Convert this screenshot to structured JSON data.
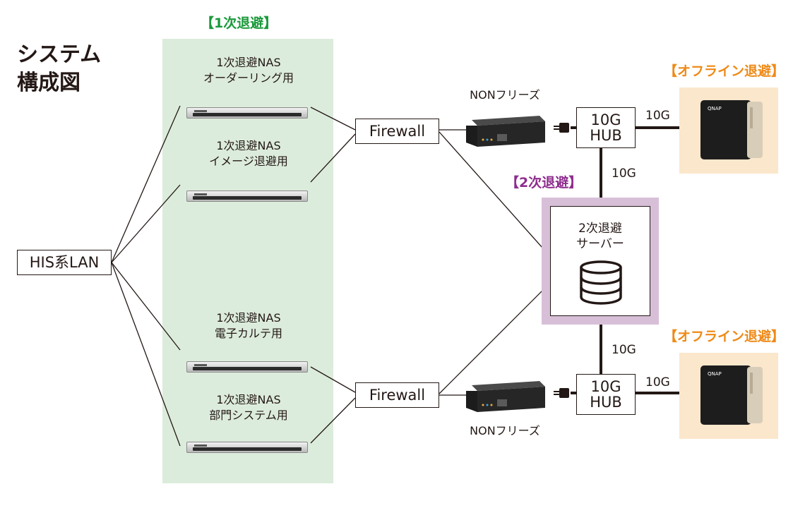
{
  "page": {
    "title_line1": "システム",
    "title_line2": "構成図"
  },
  "zones": {
    "primary_label": "【1次退避】",
    "secondary_label": "【2次退避】",
    "offline_top_label": "【オフライン退避】",
    "offline_bottom_label": "【オフライン退避】"
  },
  "nodes": {
    "his_lan": "HIS系LAN",
    "nas1_line1": "1次退避NAS",
    "nas1_line2": "オーダーリング用",
    "nas2_line1": "1次退避NAS",
    "nas2_line2": "イメージ退避用",
    "nas3_line1": "1次退避NAS",
    "nas3_line2": "電子カルテ用",
    "nas4_line1": "1次退避NAS",
    "nas4_line2": "部門システム用",
    "firewall_top": "Firewall",
    "firewall_bottom": "Firewall",
    "non_freeze_top": "NONフリーズ",
    "non_freeze_bottom": "NONフリーズ",
    "hub_top_line1": "10G",
    "hub_top_line2": "HUB",
    "hub_bottom_line1": "10G",
    "hub_bottom_line2": "HUB",
    "server_line1": "2次退避",
    "server_line2": "サーバー"
  },
  "links": {
    "hub_top_to_storage": "10G",
    "hub_top_to_server": "10G",
    "server_to_hub_bottom": "10G",
    "hub_bottom_to_storage": "10G"
  },
  "colors": {
    "primary_zone_bg": "#dcecdc",
    "primary_label": "#1a9a3a",
    "secondary_label": "#8e2d8e",
    "secondary_frame": "#d8bfd8",
    "offline_label": "#ef8a17",
    "offline_bg": "#fbe7cc"
  },
  "icons": {
    "nas": "rack-nas-icon",
    "non_freeze": "appliance-icon",
    "plug": "power-plug-icon",
    "database": "database-icon",
    "offline_storage": "tower-nas-icon"
  }
}
